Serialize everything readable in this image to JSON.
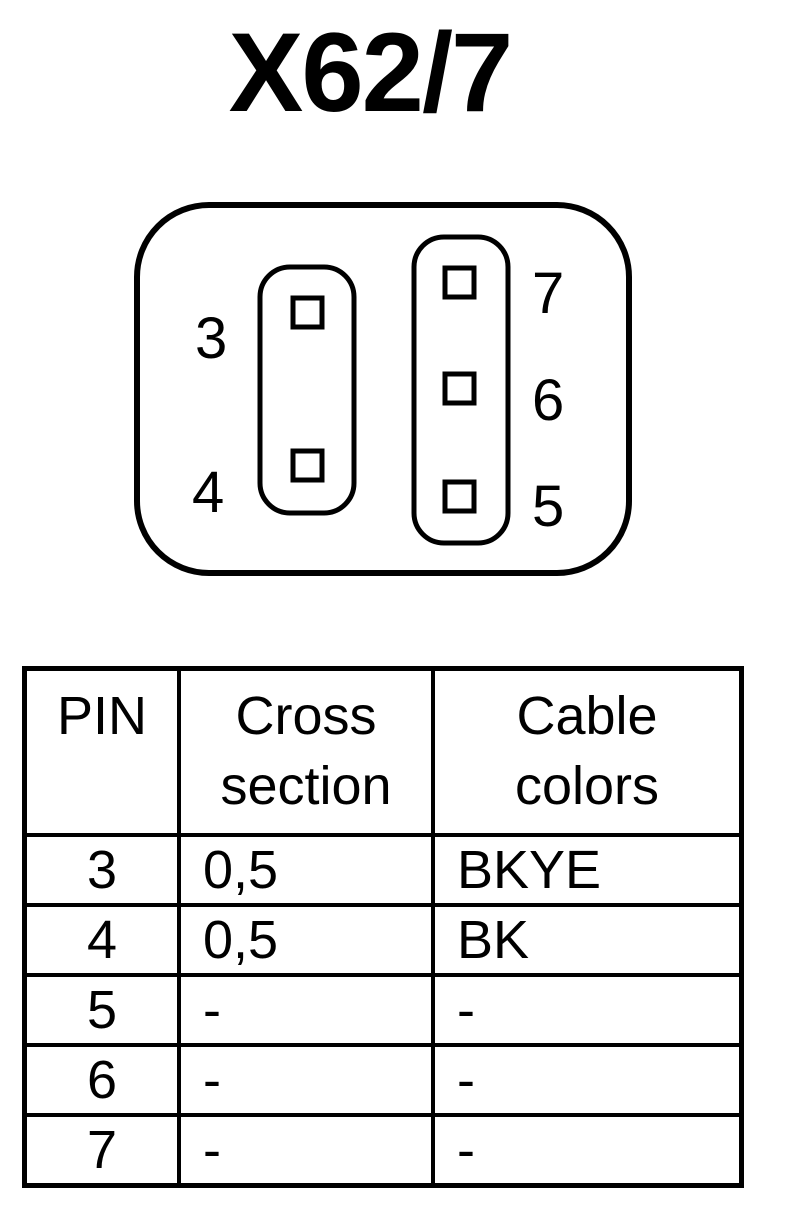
{
  "title": "X62/7",
  "connector": {
    "pin_labels": {
      "p3": "3",
      "p4": "4",
      "p5": "5",
      "p6": "6",
      "p7": "7"
    }
  },
  "table": {
    "headers": {
      "pin": "PIN",
      "cross_line1": "Cross",
      "cross_line2": "section",
      "color_line1": "Cable",
      "color_line2": "colors"
    },
    "rows": [
      {
        "pin": "3",
        "cross": "0,5",
        "color": "BKYE"
      },
      {
        "pin": "4",
        "cross": "0,5",
        "color": "BK"
      },
      {
        "pin": "5",
        "cross": "-",
        "color": "-"
      },
      {
        "pin": "6",
        "cross": "-",
        "color": "-"
      },
      {
        "pin": "7",
        "cross": "-",
        "color": "-"
      }
    ]
  }
}
